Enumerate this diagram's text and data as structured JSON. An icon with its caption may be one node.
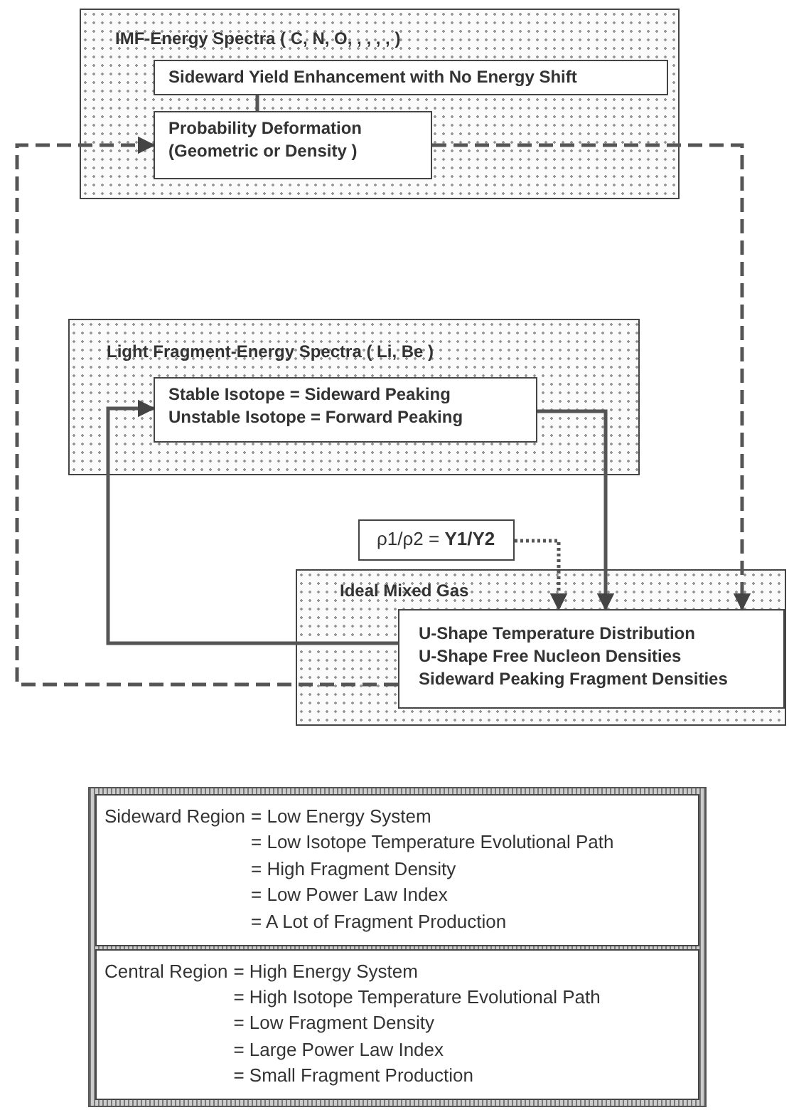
{
  "diagram": {
    "nodes": [
      {
        "text": [
          "IMF-Energy Spectra ( C, N, O, , , , , )"
        ]
      },
      {
        "text": [
          "Sideward Yield Enhancement with No Energy Shift"
        ],
        "in": 0
      },
      {
        "text": [
          "Probability Deformation (Geometric or Density )"
        ],
        "in": 0
      },
      {
        "text": [
          "Light Fragment-Energy Spectra ( Li, Be )"
        ]
      },
      {
        "text": [
          "Stable Isotope = Sideward Peaking",
          "Unstable Isotope = Forward Peaking"
        ],
        "in": 3
      },
      {
        "text": [
          "ρ1/ρ2 = **Y1/Y2**"
        ]
      },
      {
        "text": [
          "Ideal Mixed Gas"
        ]
      },
      {
        "text": [
          "U-Shape Temperature Distribution",
          "U-Shape Free Nucleon Densities",
          "Sideward Peaking Fragment Densities"
        ],
        "in": 6
      },
      {
        "text": [],
        "shape": "box"
      },
      {
        "text": [
          "Sideward Region",
          "= Low Energy System",
          "= Low Isotope Temperature Evolutional Path",
          "= High Fragment Density",
          "= Low Power Law Index",
          "= A Lot of Fragment Production"
        ],
        "in": 8
      },
      {
        "text": [
          "Central Region",
          "= High Energy System",
          "= High Isotope Temperature Evolutional Path",
          "= Low Fragment Density",
          "= Large Power Law Index",
          "= Small Fragment Production"
        ],
        "in": 8
      }
    ],
    "edges": [
      {
        "from": 1,
        "to": 2,
        "arrow": "none"
      },
      {
        "from": 7,
        "to": 2,
        "arrow": "to",
        "style": "dashed"
      },
      {
        "from": 2,
        "to": 7,
        "arrow": "to",
        "style": "dashed"
      },
      {
        "from": 4,
        "to": 7,
        "arrow": "to"
      },
      {
        "from": 7,
        "to": 4,
        "arrow": "to"
      },
      {
        "from": 5,
        "to": 7,
        "arrow": "to",
        "style": "dashed"
      }
    ]
  }
}
